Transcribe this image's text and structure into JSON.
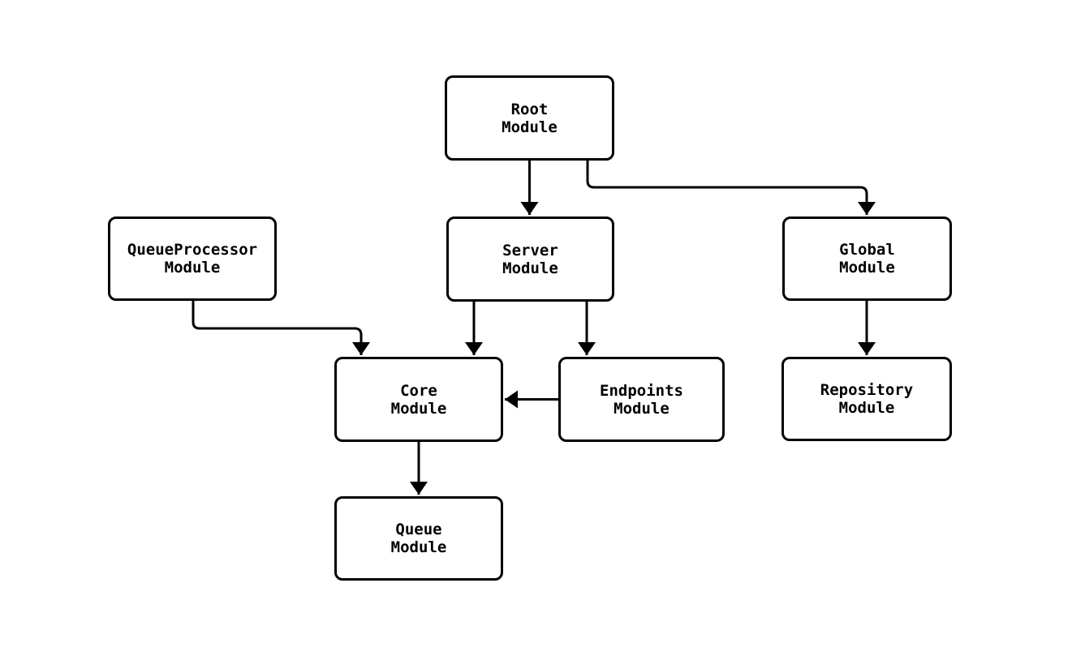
{
  "diagram": {
    "type": "module-dependency-diagram",
    "background_color": "#ffffff",
    "node_fill_color": "#ffffff",
    "line_color": "#000000",
    "nodes": [
      {
        "id": "root",
        "label": "Root\nModule"
      },
      {
        "id": "queueprocessor",
        "label": "QueueProcessor\nModule"
      },
      {
        "id": "server",
        "label": "Server\nModule"
      },
      {
        "id": "global",
        "label": "Global\nModule"
      },
      {
        "id": "core",
        "label": "Core\nModule"
      },
      {
        "id": "endpoints",
        "label": "Endpoints\nModule"
      },
      {
        "id": "repository",
        "label": "Repository\nModule"
      },
      {
        "id": "queue",
        "label": "Queue\nModule"
      }
    ],
    "edges": [
      {
        "from": "root",
        "to": "server"
      },
      {
        "from": "root",
        "to": "global"
      },
      {
        "from": "queueprocessor",
        "to": "core"
      },
      {
        "from": "server",
        "to": "core"
      },
      {
        "from": "server",
        "to": "endpoints"
      },
      {
        "from": "endpoints",
        "to": "core"
      },
      {
        "from": "global",
        "to": "repository"
      },
      {
        "from": "core",
        "to": "queue"
      }
    ]
  }
}
